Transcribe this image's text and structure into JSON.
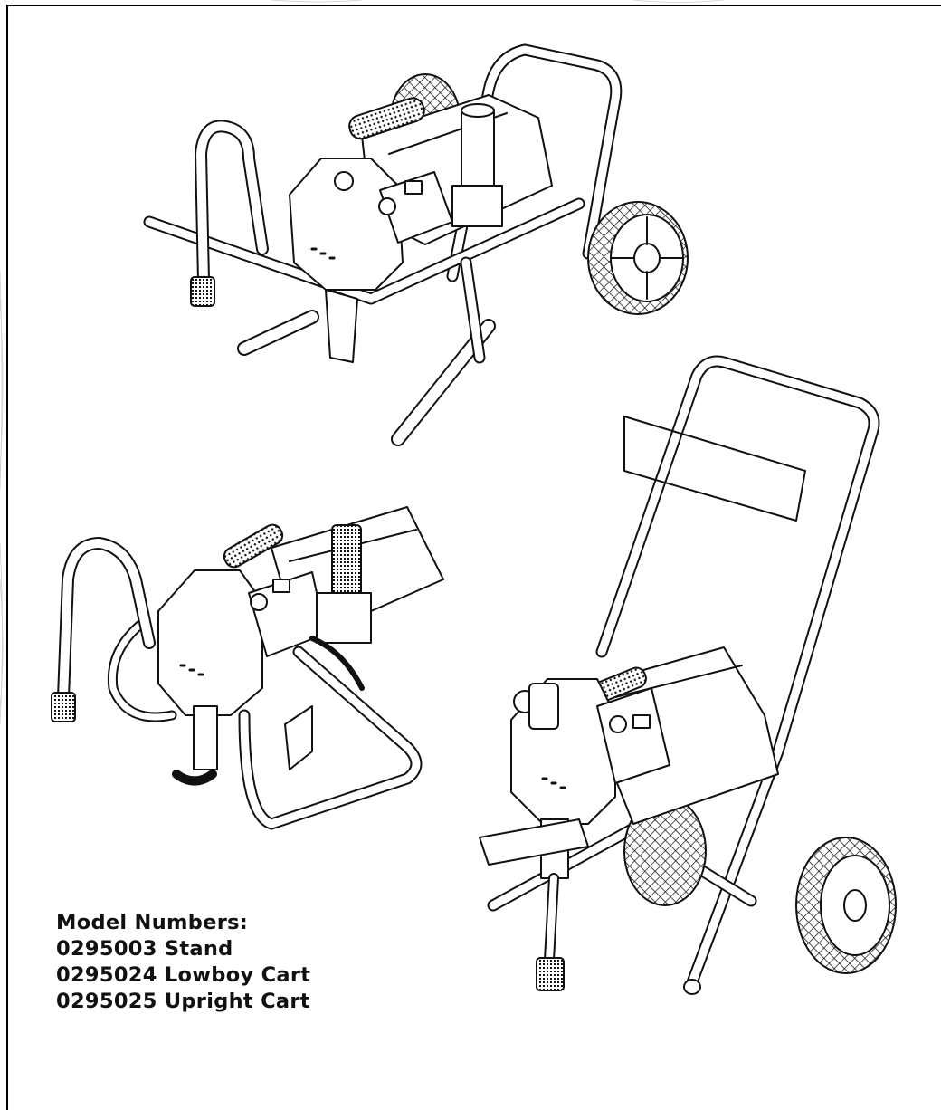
{
  "document": {
    "models_heading": "Model Numbers:",
    "models": [
      "0295003 Stand",
      "0295024 Lowboy Cart",
      "0295025 Upright Cart"
    ]
  },
  "illustrations": [
    {
      "name": "lowboy-cart-sprayer-icon"
    },
    {
      "name": "stand-sprayer-icon"
    },
    {
      "name": "upright-cart-sprayer-icon"
    }
  ],
  "colors": {
    "ink": "#111111",
    "paper": "#ffffff",
    "background_pattern": "#cfcfcf"
  }
}
